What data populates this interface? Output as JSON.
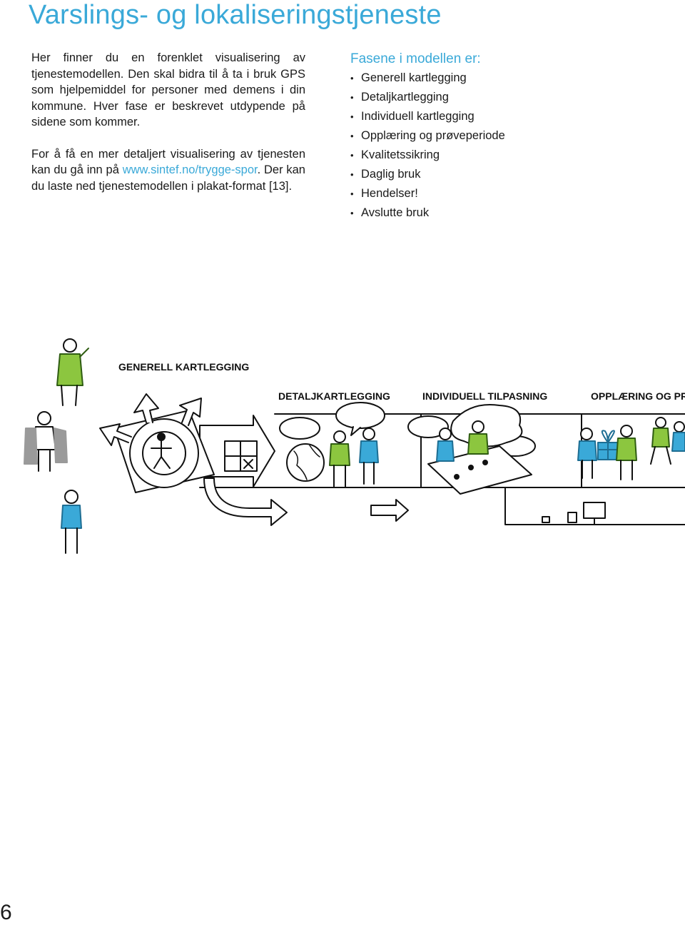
{
  "page": {
    "title": "Varslings- og lokaliseringstjeneste",
    "page_number": "6"
  },
  "intro": {
    "p1": "Her finner du en forenklet visualisering av tjenestemodellen. Den skal bidra til å ta i bruk GPS som hjelpemiddel for personer med demens i din kommune. Hver fase er beskrevet utdypende på sidene som kommer.",
    "p2_before": "For å få en mer detaljert visualisering av tjenesten kan du gå inn på ",
    "p2_link": "www.sintef.no/trygge-spor",
    "p2_after": ". Der kan du laste ned tjenestemodellen i plakat-format [13]."
  },
  "phases": {
    "heading": "Fasene i modellen er:",
    "items": [
      "Generell kartlegging",
      "Detaljkartlegging",
      "Individuell kartlegging",
      "Opplæring og prøveperiode",
      "Kvalitetssikring",
      "Daglig bruk",
      "Hendelser!",
      "Avslutte bruk"
    ]
  },
  "illustration": {
    "labels": [
      "GENERELL KARTLEGGING",
      "DETALJKARTLEGGING",
      "INDIVIDUELL TILPASNING",
      "OPPLÆRING OG PR"
    ]
  },
  "colors": {
    "accent": "#3aa9d8",
    "jacket_green": "#8cc63f",
    "shirt_blue": "#3aa9d8",
    "figure_grey": "#9a9a9a"
  }
}
